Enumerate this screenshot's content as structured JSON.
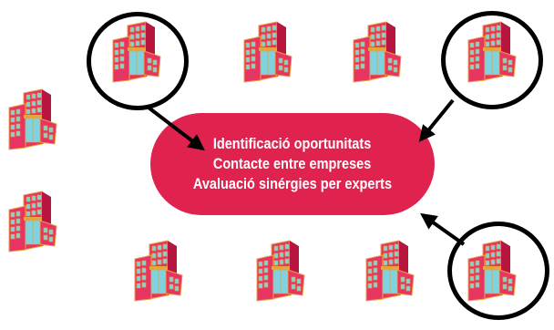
{
  "center_box": {
    "lines": [
      "Identificació  oportunitats",
      "Contacte entre empreses",
      "Avaluació sinérgies per experts"
    ]
  },
  "colors": {
    "pill": "#e0224f",
    "building_main": "#e63563",
    "building_dark": "#b8163f",
    "window": "#7fd3e0",
    "frame": "#e8a33a",
    "outline": "#000000"
  },
  "icons": [
    "office-building-icon"
  ]
}
